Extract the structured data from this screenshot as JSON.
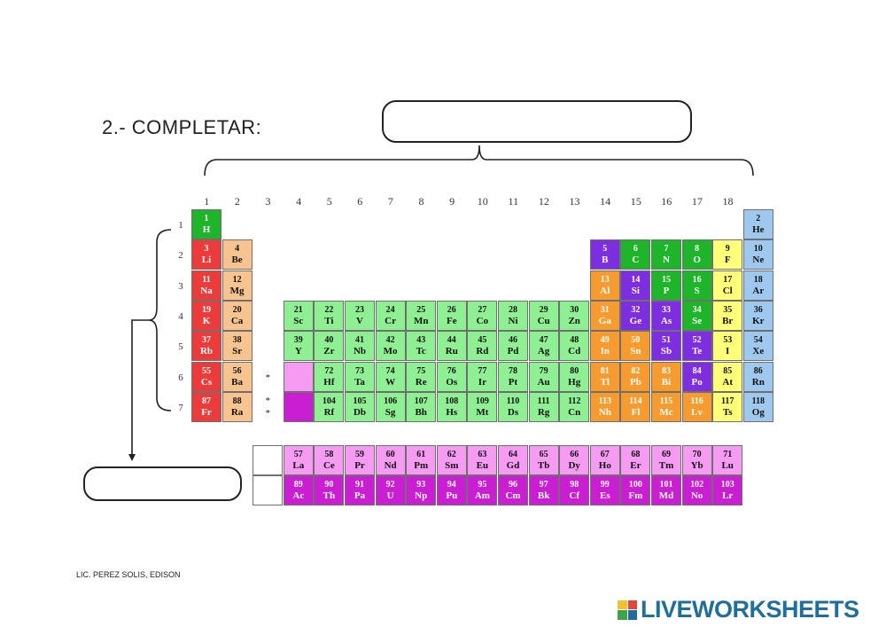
{
  "title": "2.- COMPLETAR:",
  "footer": "LIC. PEREZ SOLIS, EDISON",
  "brand": "LIVEWORKSHEETS",
  "group_numbers": [
    "1",
    "2",
    "3",
    "4",
    "5",
    "6",
    "7",
    "8",
    "9",
    "10",
    "11",
    "12",
    "13",
    "14",
    "15",
    "16",
    "17",
    "18"
  ],
  "period_numbers": [
    "1",
    "2",
    "3",
    "4",
    "5",
    "6",
    "7"
  ],
  "star": "*",
  "colors": {
    "alkali": "#ec3b3b",
    "alkaline_earth": "#f7c48f",
    "transition": "#8fef93",
    "post_transition": "#f59b2f",
    "metalloid": "#7d2fe0",
    "nonmetal": "#1fb52a",
    "halogen": "#ffff7a",
    "noble_gas": "#9fc8ee",
    "lanthanide": "#f59bf2",
    "actinide": "#c91ed1",
    "bracket": "#222222",
    "brand": "#1f6f9c"
  },
  "elements": [
    {
      "n": "1",
      "s": "H",
      "g": 1,
      "p": 1,
      "c": "nonmetal"
    },
    {
      "n": "2",
      "s": "He",
      "g": 18,
      "p": 1,
      "c": "noble_gas"
    },
    {
      "n": "3",
      "s": "Li",
      "g": 1,
      "p": 2,
      "c": "alkali"
    },
    {
      "n": "4",
      "s": "Be",
      "g": 2,
      "p": 2,
      "c": "alkaline_earth"
    },
    {
      "n": "5",
      "s": "B",
      "g": 13,
      "p": 2,
      "c": "metalloid"
    },
    {
      "n": "6",
      "s": "C",
      "g": 14,
      "p": 2,
      "c": "nonmetal"
    },
    {
      "n": "7",
      "s": "N",
      "g": 15,
      "p": 2,
      "c": "nonmetal"
    },
    {
      "n": "8",
      "s": "O",
      "g": 16,
      "p": 2,
      "c": "nonmetal"
    },
    {
      "n": "9",
      "s": "F",
      "g": 17,
      "p": 2,
      "c": "halogen"
    },
    {
      "n": "10",
      "s": "Ne",
      "g": 18,
      "p": 2,
      "c": "noble_gas"
    },
    {
      "n": "11",
      "s": "Na",
      "g": 1,
      "p": 3,
      "c": "alkali"
    },
    {
      "n": "12",
      "s": "Mg",
      "g": 2,
      "p": 3,
      "c": "alkaline_earth"
    },
    {
      "n": "13",
      "s": "Al",
      "g": 13,
      "p": 3,
      "c": "post_transition"
    },
    {
      "n": "14",
      "s": "Si",
      "g": 14,
      "p": 3,
      "c": "metalloid"
    },
    {
      "n": "15",
      "s": "P",
      "g": 15,
      "p": 3,
      "c": "nonmetal"
    },
    {
      "n": "16",
      "s": "S",
      "g": 16,
      "p": 3,
      "c": "nonmetal"
    },
    {
      "n": "17",
      "s": "Cl",
      "g": 17,
      "p": 3,
      "c": "halogen"
    },
    {
      "n": "18",
      "s": "Ar",
      "g": 18,
      "p": 3,
      "c": "noble_gas"
    },
    {
      "n": "19",
      "s": "K",
      "g": 1,
      "p": 4,
      "c": "alkali"
    },
    {
      "n": "20",
      "s": "Ca",
      "g": 2,
      "p": 4,
      "c": "alkaline_earth"
    },
    {
      "n": "21",
      "s": "Sc",
      "g": 3,
      "p": 4,
      "c": "transition"
    },
    {
      "n": "22",
      "s": "Ti",
      "g": 4,
      "p": 4,
      "c": "transition"
    },
    {
      "n": "23",
      "s": "V",
      "g": 5,
      "p": 4,
      "c": "transition"
    },
    {
      "n": "24",
      "s": "Cr",
      "g": 6,
      "p": 4,
      "c": "transition"
    },
    {
      "n": "25",
      "s": "Mn",
      "g": 7,
      "p": 4,
      "c": "transition"
    },
    {
      "n": "26",
      "s": "Fe",
      "g": 8,
      "p": 4,
      "c": "transition"
    },
    {
      "n": "27",
      "s": "Co",
      "g": 9,
      "p": 4,
      "c": "transition"
    },
    {
      "n": "28",
      "s": "Ni",
      "g": 10,
      "p": 4,
      "c": "transition"
    },
    {
      "n": "29",
      "s": "Cu",
      "g": 11,
      "p": 4,
      "c": "transition"
    },
    {
      "n": "30",
      "s": "Zn",
      "g": 12,
      "p": 4,
      "c": "transition"
    },
    {
      "n": "31",
      "s": "Ga",
      "g": 13,
      "p": 4,
      "c": "post_transition"
    },
    {
      "n": "32",
      "s": "Ge",
      "g": 14,
      "p": 4,
      "c": "metalloid"
    },
    {
      "n": "33",
      "s": "As",
      "g": 15,
      "p": 4,
      "c": "metalloid"
    },
    {
      "n": "34",
      "s": "Se",
      "g": 16,
      "p": 4,
      "c": "nonmetal"
    },
    {
      "n": "35",
      "s": "Br",
      "g": 17,
      "p": 4,
      "c": "halogen"
    },
    {
      "n": "36",
      "s": "Kr",
      "g": 18,
      "p": 4,
      "c": "noble_gas"
    },
    {
      "n": "37",
      "s": "Rb",
      "g": 1,
      "p": 5,
      "c": "alkali"
    },
    {
      "n": "38",
      "s": "Sr",
      "g": 2,
      "p": 5,
      "c": "alkaline_earth"
    },
    {
      "n": "39",
      "s": "Y",
      "g": 3,
      "p": 5,
      "c": "transition"
    },
    {
      "n": "40",
      "s": "Zr",
      "g": 4,
      "p": 5,
      "c": "transition"
    },
    {
      "n": "41",
      "s": "Nb",
      "g": 5,
      "p": 5,
      "c": "transition"
    },
    {
      "n": "42",
      "s": "Mo",
      "g": 6,
      "p": 5,
      "c": "transition"
    },
    {
      "n": "43",
      "s": "Tc",
      "g": 7,
      "p": 5,
      "c": "transition"
    },
    {
      "n": "44",
      "s": "Ru",
      "g": 8,
      "p": 5,
      "c": "transition"
    },
    {
      "n": "45",
      "s": "Rd",
      "g": 9,
      "p": 5,
      "c": "transition"
    },
    {
      "n": "46",
      "s": "Pd",
      "g": 10,
      "p": 5,
      "c": "transition"
    },
    {
      "n": "47",
      "s": "Ag",
      "g": 11,
      "p": 5,
      "c": "transition"
    },
    {
      "n": "48",
      "s": "Cd",
      "g": 12,
      "p": 5,
      "c": "transition"
    },
    {
      "n": "49",
      "s": "In",
      "g": 13,
      "p": 5,
      "c": "post_transition"
    },
    {
      "n": "50",
      "s": "Sn",
      "g": 14,
      "p": 5,
      "c": "post_transition"
    },
    {
      "n": "51",
      "s": "Sb",
      "g": 15,
      "p": 5,
      "c": "metalloid"
    },
    {
      "n": "52",
      "s": "Te",
      "g": 16,
      "p": 5,
      "c": "metalloid"
    },
    {
      "n": "53",
      "s": "I",
      "g": 17,
      "p": 5,
      "c": "halogen"
    },
    {
      "n": "54",
      "s": "Xe",
      "g": 18,
      "p": 5,
      "c": "noble_gas"
    },
    {
      "n": "55",
      "s": "Cs",
      "g": 1,
      "p": 6,
      "c": "alkali"
    },
    {
      "n": "56",
      "s": "Ba",
      "g": 2,
      "p": 6,
      "c": "alkaline_earth"
    },
    {
      "n": "",
      "s": "",
      "g": 3,
      "p": 6,
      "c": "lanthanide"
    },
    {
      "n": "72",
      "s": "Hf",
      "g": 4,
      "p": 6,
      "c": "transition"
    },
    {
      "n": "73",
      "s": "Ta",
      "g": 5,
      "p": 6,
      "c": "transition"
    },
    {
      "n": "74",
      "s": "W",
      "g": 6,
      "p": 6,
      "c": "transition"
    },
    {
      "n": "75",
      "s": "Re",
      "g": 7,
      "p": 6,
      "c": "transition"
    },
    {
      "n": "76",
      "s": "Os",
      "g": 8,
      "p": 6,
      "c": "transition"
    },
    {
      "n": "77",
      "s": "Ir",
      "g": 9,
      "p": 6,
      "c": "transition"
    },
    {
      "n": "78",
      "s": "Pt",
      "g": 10,
      "p": 6,
      "c": "transition"
    },
    {
      "n": "79",
      "s": "Au",
      "g": 11,
      "p": 6,
      "c": "transition"
    },
    {
      "n": "80",
      "s": "Hg",
      "g": 12,
      "p": 6,
      "c": "transition"
    },
    {
      "n": "81",
      "s": "Tl",
      "g": 13,
      "p": 6,
      "c": "post_transition"
    },
    {
      "n": "82",
      "s": "Pb",
      "g": 14,
      "p": 6,
      "c": "post_transition"
    },
    {
      "n": "83",
      "s": "Bi",
      "g": 15,
      "p": 6,
      "c": "post_transition"
    },
    {
      "n": "84",
      "s": "Po",
      "g": 16,
      "p": 6,
      "c": "metalloid"
    },
    {
      "n": "85",
      "s": "At",
      "g": 17,
      "p": 6,
      "c": "halogen"
    },
    {
      "n": "86",
      "s": "Rn",
      "g": 18,
      "p": 6,
      "c": "noble_gas"
    },
    {
      "n": "87",
      "s": "Fr",
      "g": 1,
      "p": 7,
      "c": "alkali"
    },
    {
      "n": "88",
      "s": "Ra",
      "g": 2,
      "p": 7,
      "c": "alkaline_earth"
    },
    {
      "n": "",
      "s": "",
      "g": 3,
      "p": 7,
      "c": "actinide"
    },
    {
      "n": "104",
      "s": "Rf",
      "g": 4,
      "p": 7,
      "c": "transition"
    },
    {
      "n": "105",
      "s": "Db",
      "g": 5,
      "p": 7,
      "c": "transition"
    },
    {
      "n": "106",
      "s": "Sg",
      "g": 6,
      "p": 7,
      "c": "transition"
    },
    {
      "n": "107",
      "s": "Bh",
      "g": 7,
      "p": 7,
      "c": "transition"
    },
    {
      "n": "108",
      "s": "Hs",
      "g": 8,
      "p": 7,
      "c": "transition"
    },
    {
      "n": "109",
      "s": "Mt",
      "g": 9,
      "p": 7,
      "c": "transition"
    },
    {
      "n": "110",
      "s": "Ds",
      "g": 10,
      "p": 7,
      "c": "transition"
    },
    {
      "n": "111",
      "s": "Rg",
      "g": 11,
      "p": 7,
      "c": "transition"
    },
    {
      "n": "112",
      "s": "Cn",
      "g": 12,
      "p": 7,
      "c": "transition"
    },
    {
      "n": "113",
      "s": "Nh",
      "g": 13,
      "p": 7,
      "c": "post_transition"
    },
    {
      "n": "114",
      "s": "Fl",
      "g": 14,
      "p": 7,
      "c": "post_transition"
    },
    {
      "n": "115",
      "s": "Mc",
      "g": 15,
      "p": 7,
      "c": "post_transition"
    },
    {
      "n": "116",
      "s": "Lv",
      "g": 16,
      "p": 7,
      "c": "post_transition"
    },
    {
      "n": "117",
      "s": "Ts",
      "g": 17,
      "p": 7,
      "c": "halogen"
    },
    {
      "n": "118",
      "s": "Og",
      "g": 18,
      "p": 7,
      "c": "noble_gas"
    }
  ],
  "lanthanides": [
    {
      "n": "57",
      "s": "La"
    },
    {
      "n": "58",
      "s": "Ce"
    },
    {
      "n": "59",
      "s": "Pr"
    },
    {
      "n": "60",
      "s": "Nd"
    },
    {
      "n": "61",
      "s": "Pm"
    },
    {
      "n": "62",
      "s": "Sm"
    },
    {
      "n": "63",
      "s": "Eu"
    },
    {
      "n": "64",
      "s": "Gd"
    },
    {
      "n": "65",
      "s": "Tb"
    },
    {
      "n": "66",
      "s": "Dy"
    },
    {
      "n": "67",
      "s": "Ho"
    },
    {
      "n": "68",
      "s": "Er"
    },
    {
      "n": "69",
      "s": "Tm"
    },
    {
      "n": "70",
      "s": "Yb"
    },
    {
      "n": "71",
      "s": "Lu"
    }
  ],
  "actinides": [
    {
      "n": "89",
      "s": "Ac"
    },
    {
      "n": "90",
      "s": "Th"
    },
    {
      "n": "91",
      "s": "Pa"
    },
    {
      "n": "92",
      "s": "U"
    },
    {
      "n": "93",
      "s": "Np"
    },
    {
      "n": "94",
      "s": "Pu"
    },
    {
      "n": "95",
      "s": "Am"
    },
    {
      "n": "96",
      "s": "Cm"
    },
    {
      "n": "97",
      "s": "Bk"
    },
    {
      "n": "98",
      "s": "Cf"
    },
    {
      "n": "99",
      "s": "Es"
    },
    {
      "n": "100",
      "s": "Fm"
    },
    {
      "n": "101",
      "s": "Md"
    },
    {
      "n": "102",
      "s": "No"
    },
    {
      "n": "103",
      "s": "Lr"
    }
  ]
}
